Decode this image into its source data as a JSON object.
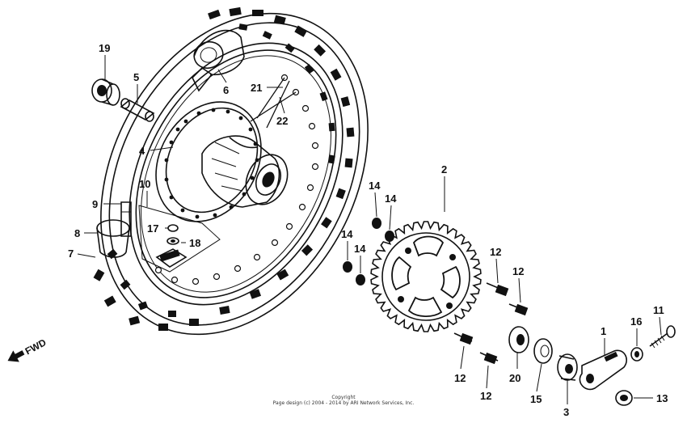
{
  "labels": {
    "p1": "1",
    "p2": "2",
    "p3": "3",
    "p4": "4",
    "p5": "5",
    "p6": "6",
    "p7": "7",
    "p8": "8",
    "p9": "9",
    "p10": "10",
    "p11": "11",
    "p12a": "12",
    "p12b": "12",
    "p12c": "12",
    "p12d": "12",
    "p13": "13",
    "p14a": "14",
    "p14b": "14",
    "p14c": "14",
    "p14d": "14",
    "p15": "15",
    "p16": "16",
    "p17": "17",
    "p18": "18",
    "p19": "19",
    "p20": "20",
    "p21": "21",
    "p22": "22"
  },
  "fwd_label": "FWD",
  "copyright": {
    "line1": "Copyright",
    "line2": "Page design (c) 2004 - 2014 by ARI Network Services, Inc."
  }
}
